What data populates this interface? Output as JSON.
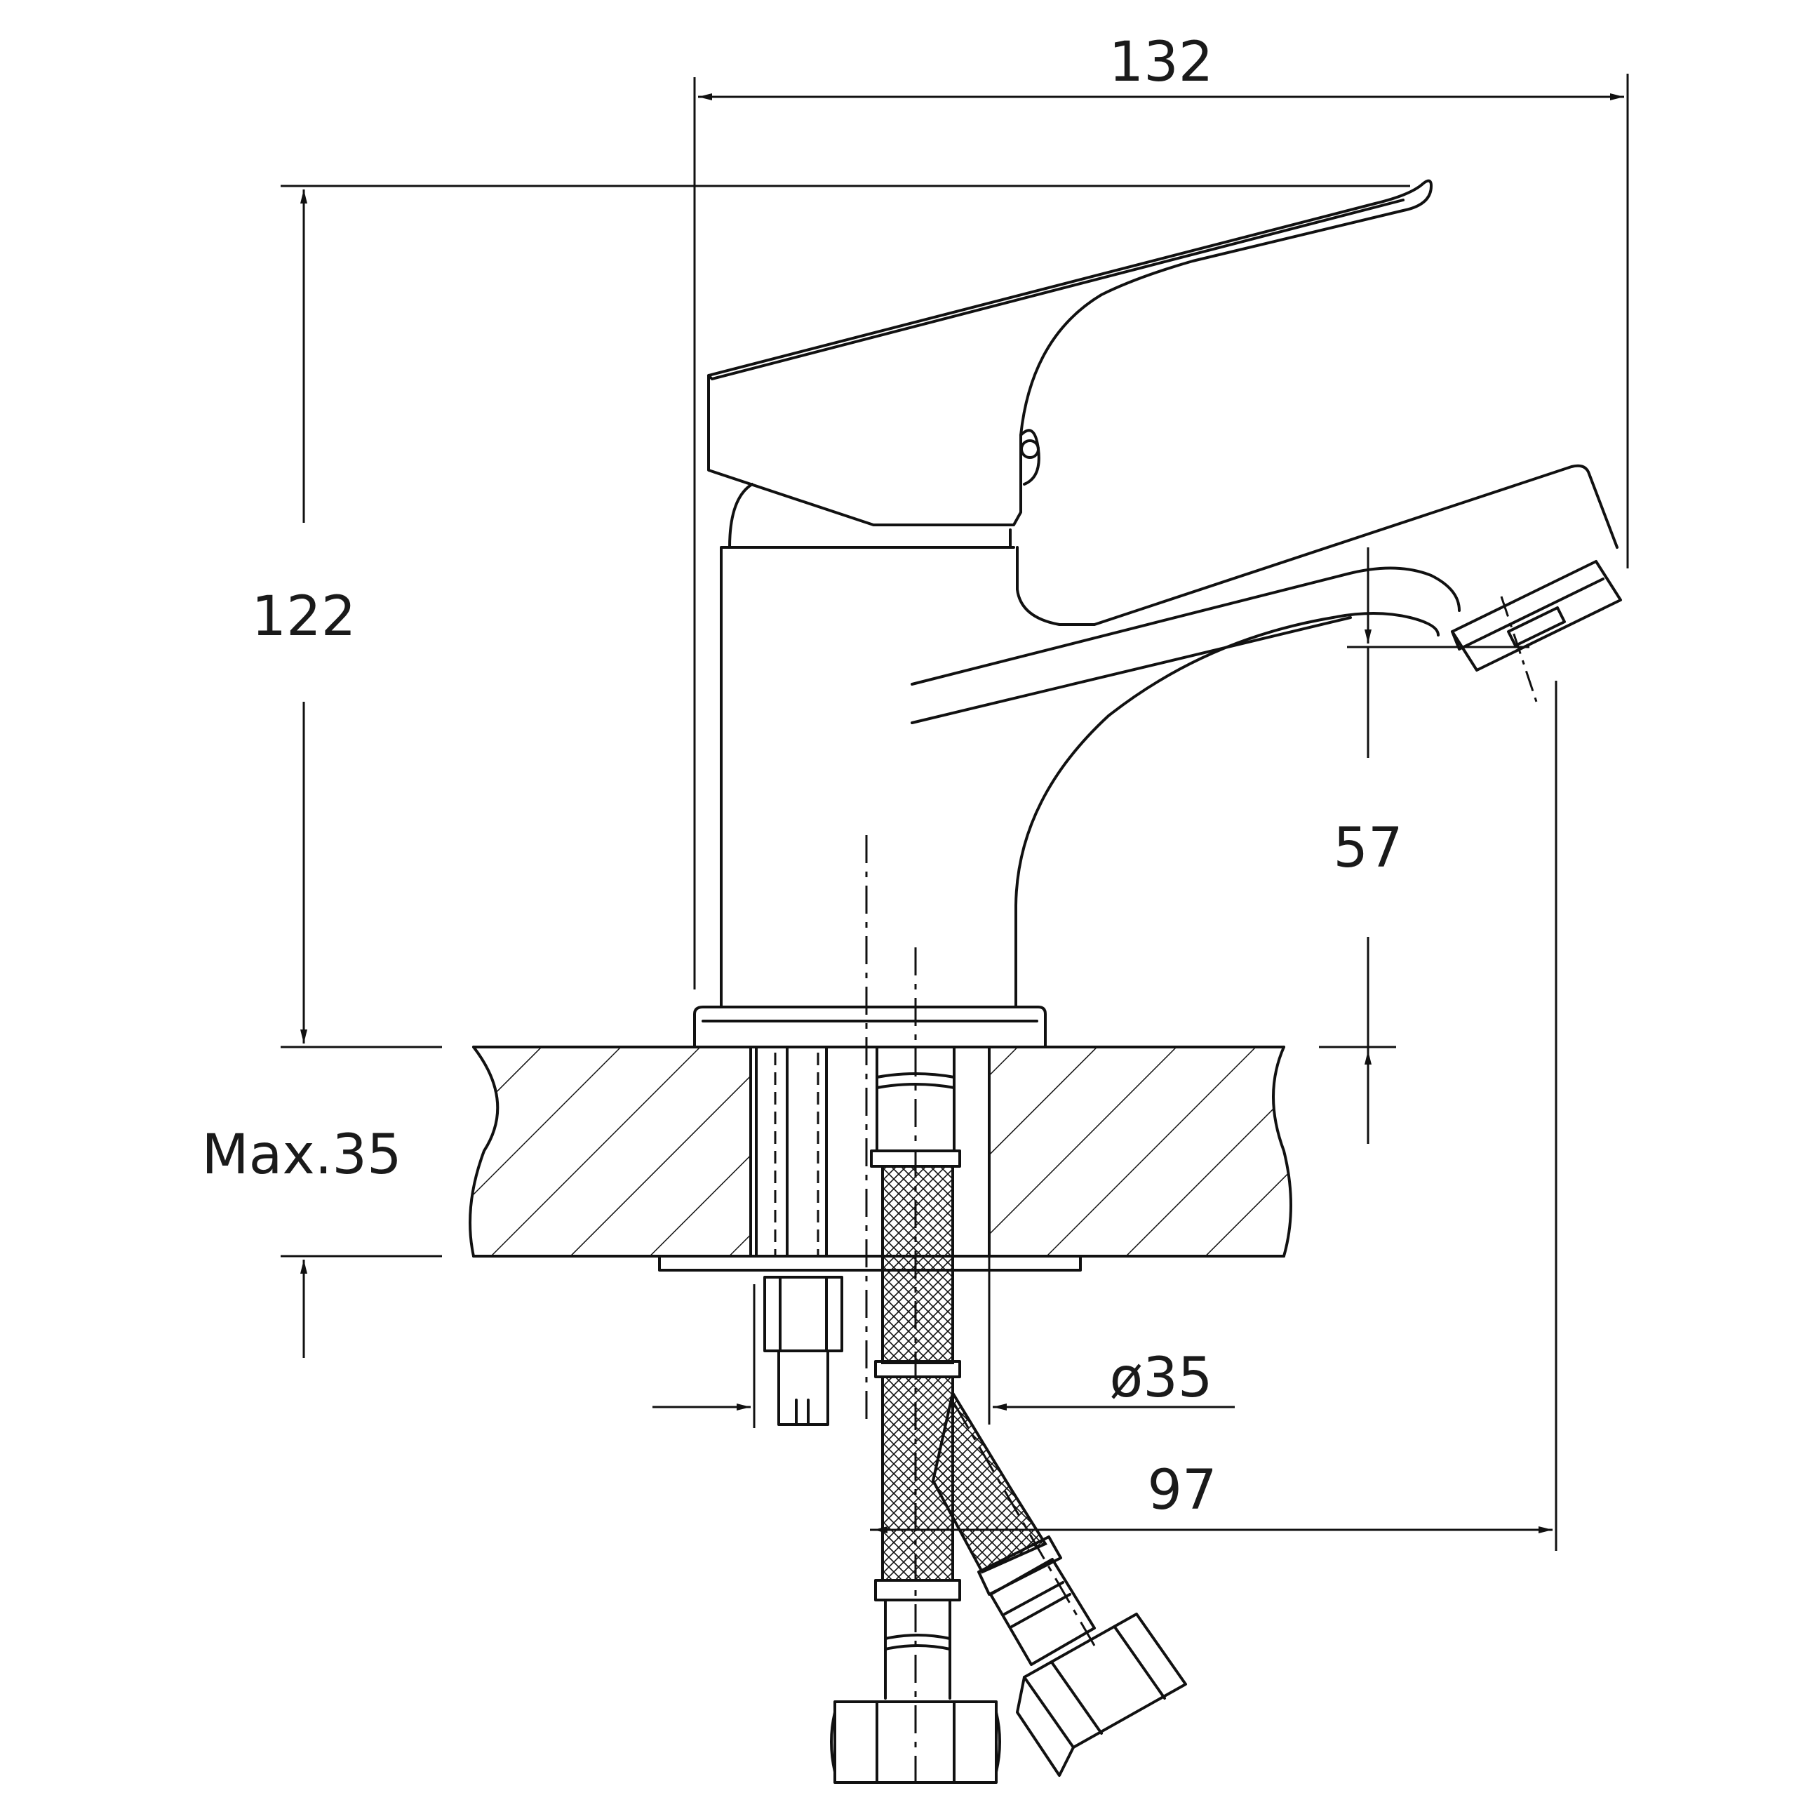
{
  "dimensions": {
    "width_top": "132",
    "height_total": "122",
    "spout_height": "57",
    "max_thickness": "Max.35",
    "hole_diameter": "ø35",
    "spout_reach": "97"
  }
}
